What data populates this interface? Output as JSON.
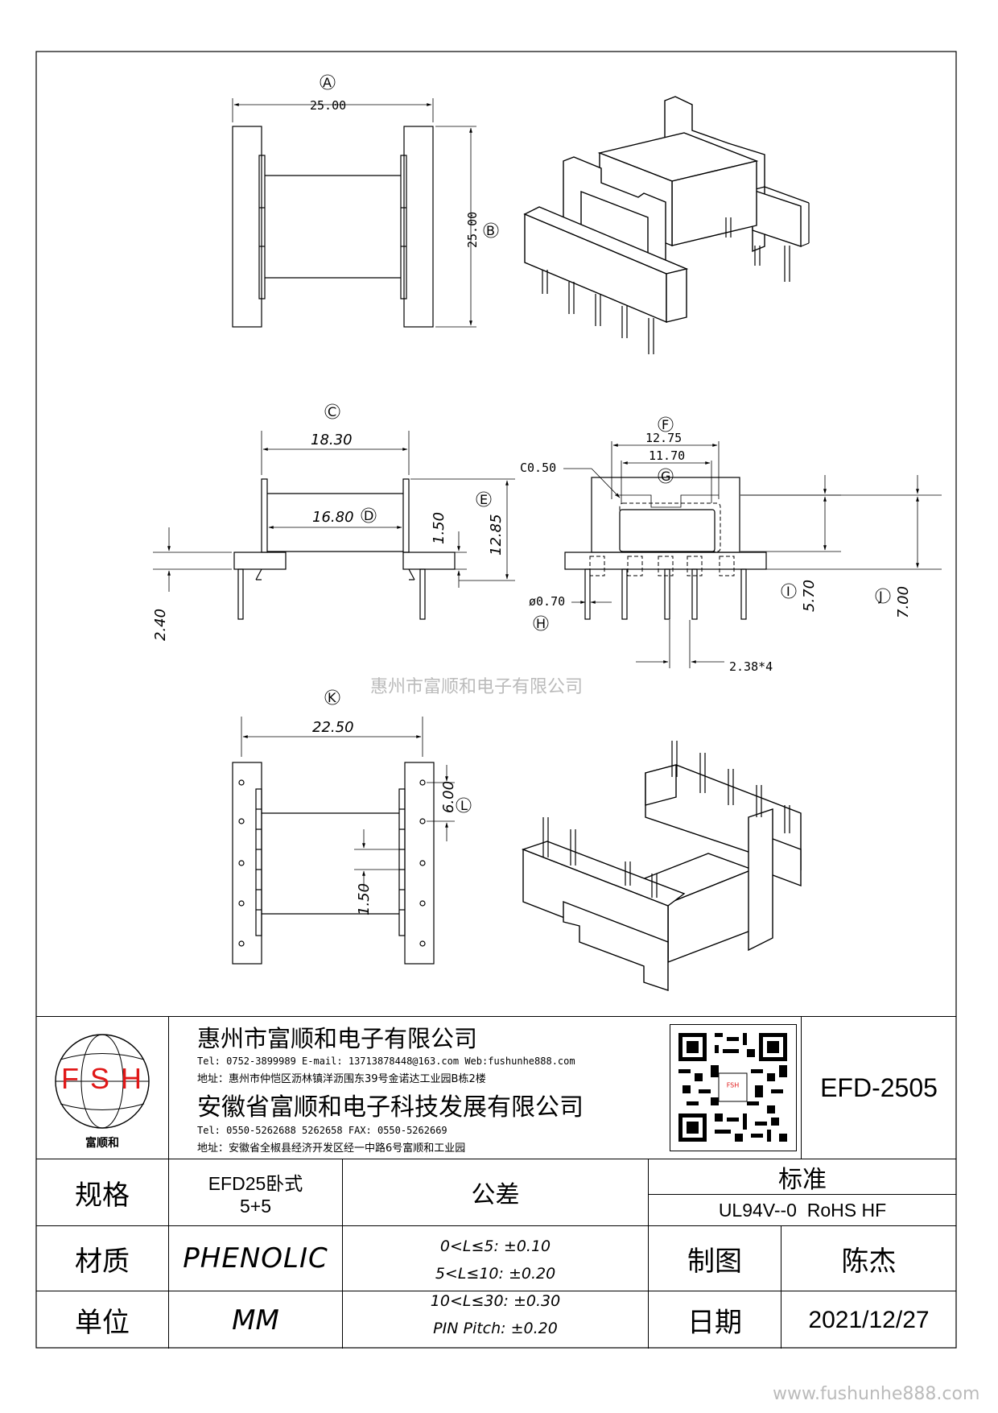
{
  "drawing": {
    "circle_labels": [
      "A",
      "B",
      "C",
      "D",
      "E",
      "F",
      "G",
      "H",
      "I",
      "J",
      "K",
      "L"
    ],
    "dimensions": {
      "A": "25.00",
      "B": "25.00",
      "C": "18.30",
      "D": "16.80",
      "E": "12.85",
      "E_sub": "1.50",
      "left_pin": "2.40",
      "F": "12.75",
      "G": "11.70",
      "chamfer": "C0.50",
      "H": "ø0.70",
      "I": "5.70",
      "J": "7.00",
      "pitch": "2.38*4",
      "K": "22.50",
      "L": "6.00",
      "K_sub": "1.50"
    },
    "watermark_center": "惠州市富顺和电子有限公司",
    "watermark_bottom": "www.fushunhe888.com"
  },
  "logo": {
    "letters": "F S H",
    "caption": "富顺和"
  },
  "company": {
    "name1": "惠州市富顺和电子有限公司",
    "contact1": "Tel:  0752-3899989  E-mail: 13713878448@163.com  Web:fushunhe888.com",
    "address1": "地址：惠州市仲恺区沥林镇洋沥围东39号金诺达工业园B栋2楼",
    "name2": "安徽省富顺和电子科技发展有限公司",
    "contact2": "Tel:   0550-5262688  5262658      FAX: 0550-5262669",
    "address2": "地址：安徽省全椒县经济开发区经一中路6号富顺和工业园"
  },
  "part_number": "EFD-2505",
  "table": {
    "spec_label": "规格",
    "spec_value_line1": "EFD25卧式",
    "spec_value_line2": "5+5",
    "material_label": "材质",
    "material_value": "PHENOLIC",
    "unit_label": "单位",
    "unit_value": "MM",
    "tolerance_label": "公差",
    "tolerances": [
      "0<L≤5: ±0.10",
      "5<L≤10: ±0.20",
      "10<L≤30: ±0.30",
      "PIN Pitch: ±0.20"
    ],
    "standard_label": "标准",
    "standard_value": "UL94V--0  RoHS HF",
    "drawn_label": "制图",
    "drawn_value": "陈杰",
    "date_label": "日期",
    "date_value": "2021/12/27"
  },
  "colors": {
    "logo_red": "#e01818",
    "line": "#000000"
  }
}
